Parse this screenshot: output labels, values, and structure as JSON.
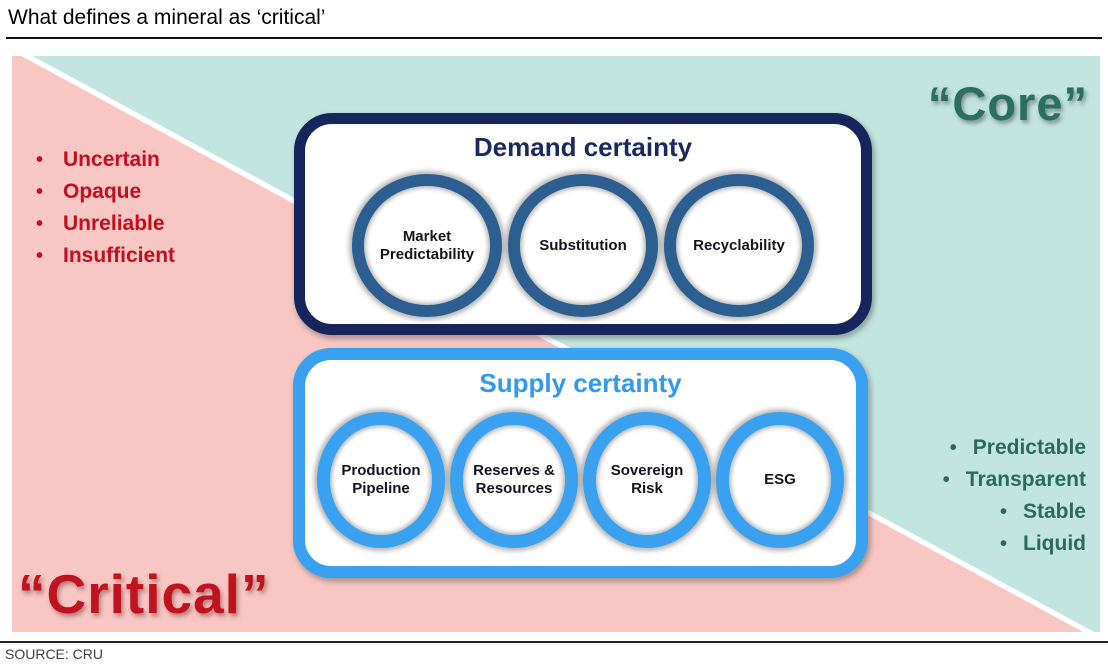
{
  "header": {
    "title": "What defines a mineral as ‘critical’"
  },
  "footer": {
    "source": "SOURCE: CRU"
  },
  "diagram": {
    "critical": {
      "label": "“Critical”",
      "traits": [
        "Uncertain",
        "Opaque",
        "Unreliable",
        "Insufficient"
      ],
      "text_color": "#c40e1c",
      "bg_color": "#f8c6c3"
    },
    "core": {
      "label": "“Core”",
      "traits": [
        "Predictable",
        "Transparent",
        "Stable",
        "Liquid"
      ],
      "text_color": "#2a6b5d",
      "bg_color": "#c2e5e0"
    },
    "demand": {
      "title": "Demand certainty",
      "factors": [
        "Market Predictability",
        "Substitution",
        "Recyclability"
      ],
      "accent_color": "#16265c",
      "ring_color": "#2c5e90"
    },
    "supply": {
      "title": "Supply certainty",
      "factors": [
        "Production Pipeline",
        "Reserves & Resources",
        "Sovereign Risk",
        "ESG"
      ],
      "accent_color": "#3aa1f1",
      "ring_color": "#3aa1f1"
    }
  }
}
